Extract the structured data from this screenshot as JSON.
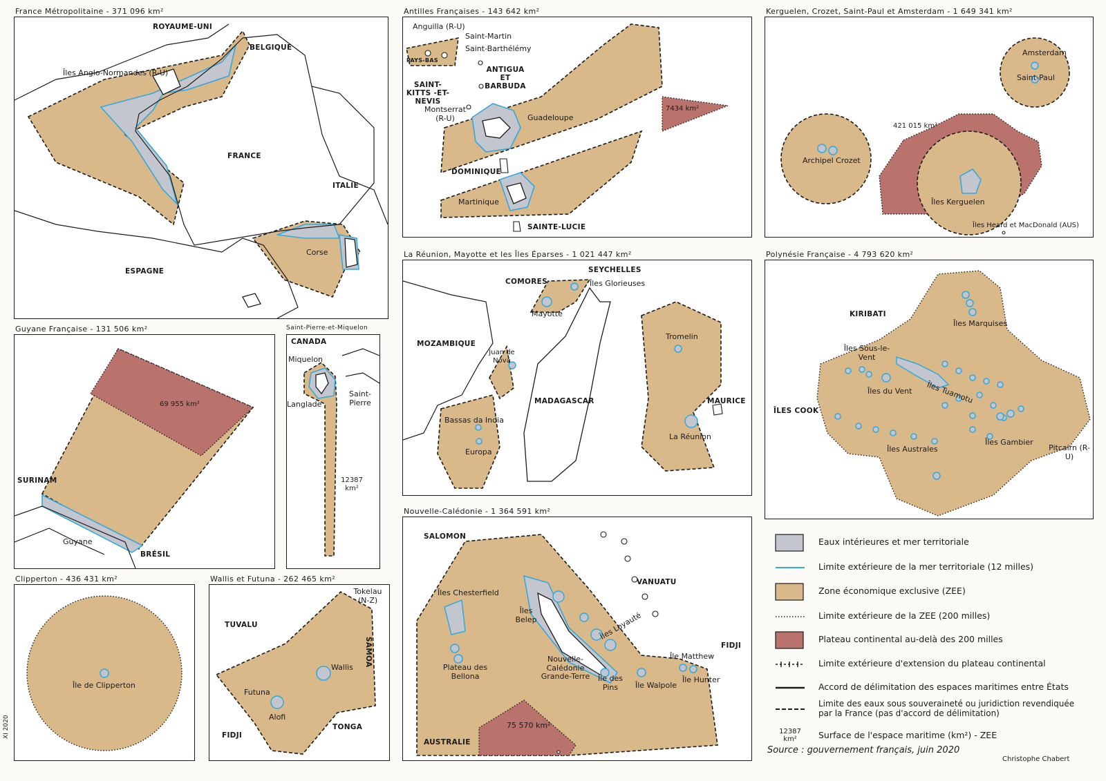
{
  "panels": {
    "france": {
      "title": "France Métropolitaine - 371 096 km²",
      "labels": {
        "uk": "ROYAUME-UNI",
        "belgium": "BELGIQUE",
        "channel_islands": "Îles Anglo-Normandes (R-U)",
        "france": "FRANCE",
        "italy": "ITALIE",
        "spain": "ESPAGNE",
        "corsica": "Corse"
      }
    },
    "antilles": {
      "title": "Antilles Françaises - 143 642 km²",
      "labels": {
        "anguilla": "Anguilla (R-U)",
        "saint_martin": "Saint-Martin",
        "saint_barth": "Saint-Barthélémy",
        "pays_bas": "PAYS-BAS",
        "antigua": "ANTIGUA ET BARBUDA",
        "st_kitts": "SAINT-KITTS -ET-NEVIS",
        "montserrat": "Montserrat (R-U)",
        "guadeloupe": "Guadeloupe",
        "dominique": "DOMINIQUE",
        "martinique": "Martinique",
        "sainte_lucie": "SAINTE-LUCIE",
        "shelf_value": "7434 km²"
      }
    },
    "kerguelen": {
      "title": "Kerguelen, Crozet, Saint-Paul et Amsterdam - 1 649 341 km²",
      "labels": {
        "amsterdam": "Amsterdam",
        "saint_paul": "Saint-Paul",
        "crozet": "Archipel Crozet",
        "kerguelen": "Îles Kerguelen",
        "heard": "Îles Heard et MacDonald (AUS)",
        "shelf_value": "421 015 km²"
      }
    },
    "guyane": {
      "title": "Guyane Française - 131 506 km²",
      "labels": {
        "surinam": "SURINAM",
        "guyane": "Guyane",
        "bresil": "BRÉSIL",
        "shelf_value": "69 955 km²"
      }
    },
    "spm": {
      "title": "Saint-Pierre-et-Miquelon",
      "labels": {
        "canada": "CANADA",
        "miquelon": "Miquelon",
        "langlade": "Langlade",
        "saint_pierre": "Saint-Pierre",
        "value": "12387 km²"
      }
    },
    "reunion": {
      "title": "La Réunion, Mayotte et les Îles Éparses - 1 021 447 km²",
      "labels": {
        "seychelles": "SEYCHELLES",
        "comores": "COMORES",
        "glorieuses": "Îles Glorieuses",
        "mayotte": "Mayotte",
        "mozambique": "MOZAMBIQUE",
        "juan": "Juan de Nova",
        "bassas": "Bassas da India",
        "europa": "Europa",
        "madagascar": "MADAGASCAR",
        "tromelin": "Tromelin",
        "maurice": "MAURICE",
        "la_reunion": "La Réunion"
      }
    },
    "polynesie": {
      "title": "Polynésie Française - 4 793 620 km²",
      "labels": {
        "kiribati": "KIRIBATI",
        "marquises": "Îles Marquises",
        "sous_le_vent": "Îles Sous-le-Vent",
        "du_vent": "Îles du Vent",
        "tuamotu": "Îles Tuamotu",
        "cook": "ÎLES COOK",
        "gambier": "Îles Gambier",
        "australes": "Îles Australes",
        "pitcairn": "Pitcairn (R-U)"
      }
    },
    "clipperton": {
      "title": "Clipperton - 436 431 km²",
      "labels": {
        "ile": "Île de Clipperton"
      }
    },
    "wallis": {
      "title": "Wallis et Futuna - 262 465 km²",
      "labels": {
        "tokelau": "Tokelau (N-Z)",
        "tuvalu": "TUVALU",
        "samoa": "SAMOA",
        "wallis": "Wallis",
        "futuna": "Futuna",
        "alofi": "Alofi",
        "fidji": "FIDJI",
        "tonga": "TONGA"
      }
    },
    "caledonie": {
      "title": "Nouvelle-Calédonie - 1 364 591 km²",
      "labels": {
        "salomon": "SALOMON",
        "vanuatu": "VANUATU",
        "chesterfield": "Îles Chesterfield",
        "belep": "Îles Belep",
        "loyaute": "Îles Loyauté",
        "bellona": "Plateau des Bellona",
        "grande_terre": "Nouvelle-Calédonie Grande-Terre",
        "pins": "Île des Pins",
        "walpole": "Île Walpole",
        "matthew": "Île Matthew",
        "hunter": "Île Hunter",
        "fidji": "FIDJI",
        "australie": "AUSTRALIE",
        "shelf_value": "75 570 km²"
      }
    }
  },
  "legend": [
    {
      "symbol": "territorial",
      "text": "Eaux intérieures et mer territoriale"
    },
    {
      "symbol": "territorial-limit",
      "text": "Limite extérieure de la mer territoriale (12 milles)"
    },
    {
      "symbol": "zee",
      "text": "Zone économique exclusive (ZEE)"
    },
    {
      "symbol": "zee-limit",
      "text": "Limite extérieure de la ZEE (200 milles)"
    },
    {
      "symbol": "shelf",
      "text": "Plateau continental au-delà des 200 milles"
    },
    {
      "symbol": "shelf-limit",
      "text": "Limite extérieure d'extension du plateau continental"
    },
    {
      "symbol": "agreement",
      "text": "Accord de délimitation des espaces maritimes entre États"
    },
    {
      "symbol": "claimed",
      "text": "Limite des eaux sous souveraineté ou juridiction revendiquée par la France (pas d'accord de délimitation)"
    },
    {
      "symbol": "area",
      "sample": "12387 km²",
      "text": "Surface de l'espace maritime (km²) - ZEE"
    }
  ],
  "source": "Source : gouvernement français, juin 2020",
  "author": "Christophe Chabert",
  "date_stamp": "XI 2020",
  "colors": {
    "zee": "#d9b88a",
    "shelf": "#b9726c",
    "territorial": "#c4c6cf",
    "territorial_limit": "#35a8d8"
  }
}
